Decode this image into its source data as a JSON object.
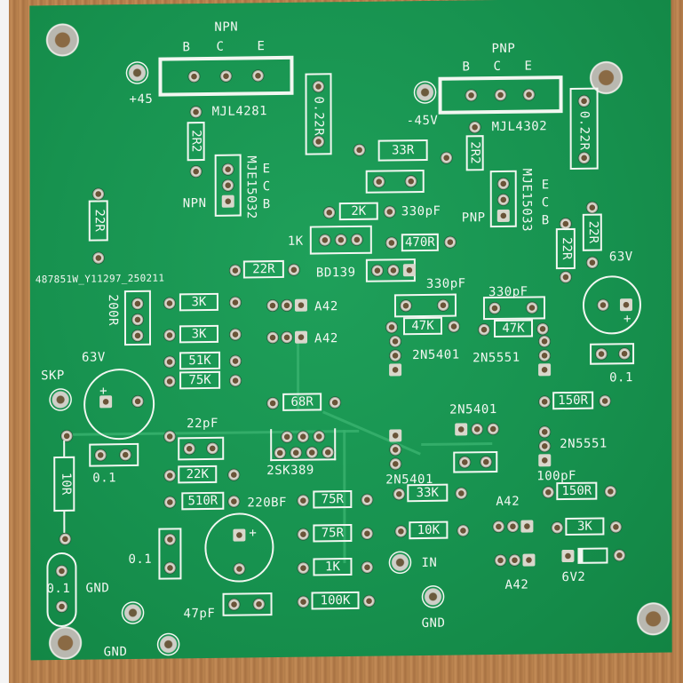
{
  "board": {
    "color": "#17924f",
    "silkscreen_color": "#f2f7f1",
    "pad_color": "#d9d7cc",
    "batch_code": "487851W_Y11297_250211"
  },
  "output_stage": {
    "npn": {
      "type_label": "NPN",
      "pins": [
        "B",
        "C",
        "E"
      ],
      "part": "MJL4281",
      "rail": "+45"
    },
    "pnp": {
      "type_label": "PNP",
      "pins": [
        "B",
        "C",
        "E"
      ],
      "part": "MJL4302",
      "rail": "-45V"
    }
  },
  "drivers": {
    "npn": {
      "type_label": "NPN",
      "part": "MJE15032",
      "pins": [
        "E",
        "C",
        "B"
      ]
    },
    "pnp": {
      "type_label": "PNP",
      "part": "MJE15033",
      "pins": [
        "E",
        "C",
        "B"
      ]
    }
  },
  "resistors": {
    "emitter_left": "0.22R",
    "emitter_right": "0.22R",
    "base_left": "2R2",
    "base_right": "2R2",
    "r33": "33R",
    "r2k": "2K",
    "r470": "470R",
    "r22_left_vert": "22R",
    "r22_horiz": "22R",
    "r22_right_a": "22R",
    "r22_right_b": "22R",
    "r3k_a": "3K",
    "r3k_b": "3K",
    "r51k": "51K",
    "r75k": "75K",
    "r47k_left": "47K",
    "r47k_right": "47K",
    "r68": "68R",
    "r150_a": "150R",
    "r150_b": "150R",
    "r10": "10R",
    "r22k": "22K",
    "r510": "510R",
    "r75_a": "75R",
    "r75_b": "75R",
    "r1k": "1K",
    "r100k": "100K",
    "r33k": "33K",
    "r10k": "10K",
    "r3k_c": "3K"
  },
  "trimmer": {
    "label": "1K",
    "preset_label": "200R"
  },
  "vbe_transistor": "BD139",
  "capacitors": {
    "c330_a": "330pF",
    "c330_b": "330pF",
    "c330_c": "330pF",
    "c22pf": "22pF",
    "c220": "220BF",
    "c100pf": "100pF",
    "c47pf": "47pF",
    "c01_left": "0.1",
    "c01_mid": "0.1",
    "c01_bottom": "0.1",
    "c01_right": "0.1",
    "elec_left_voltage": "63V",
    "elec_right_voltage": "63V",
    "polarity_mark": "+"
  },
  "transistors": {
    "a42_1": "A42",
    "a42_2": "A42",
    "a42_3": "A42",
    "a42_4": "A42",
    "q5401_a": "2N5401",
    "q5401_b": "2N5401",
    "q5401_c": "2N5401",
    "q5551_a": "2N5551",
    "q5551_b": "2N5551",
    "jfet": "2SK389"
  },
  "zener": "6V2",
  "terminals": {
    "speaker": "SKP",
    "input": "IN",
    "gnd_1": "GND",
    "gnd_2": "GND",
    "gnd_3": "GND"
  }
}
